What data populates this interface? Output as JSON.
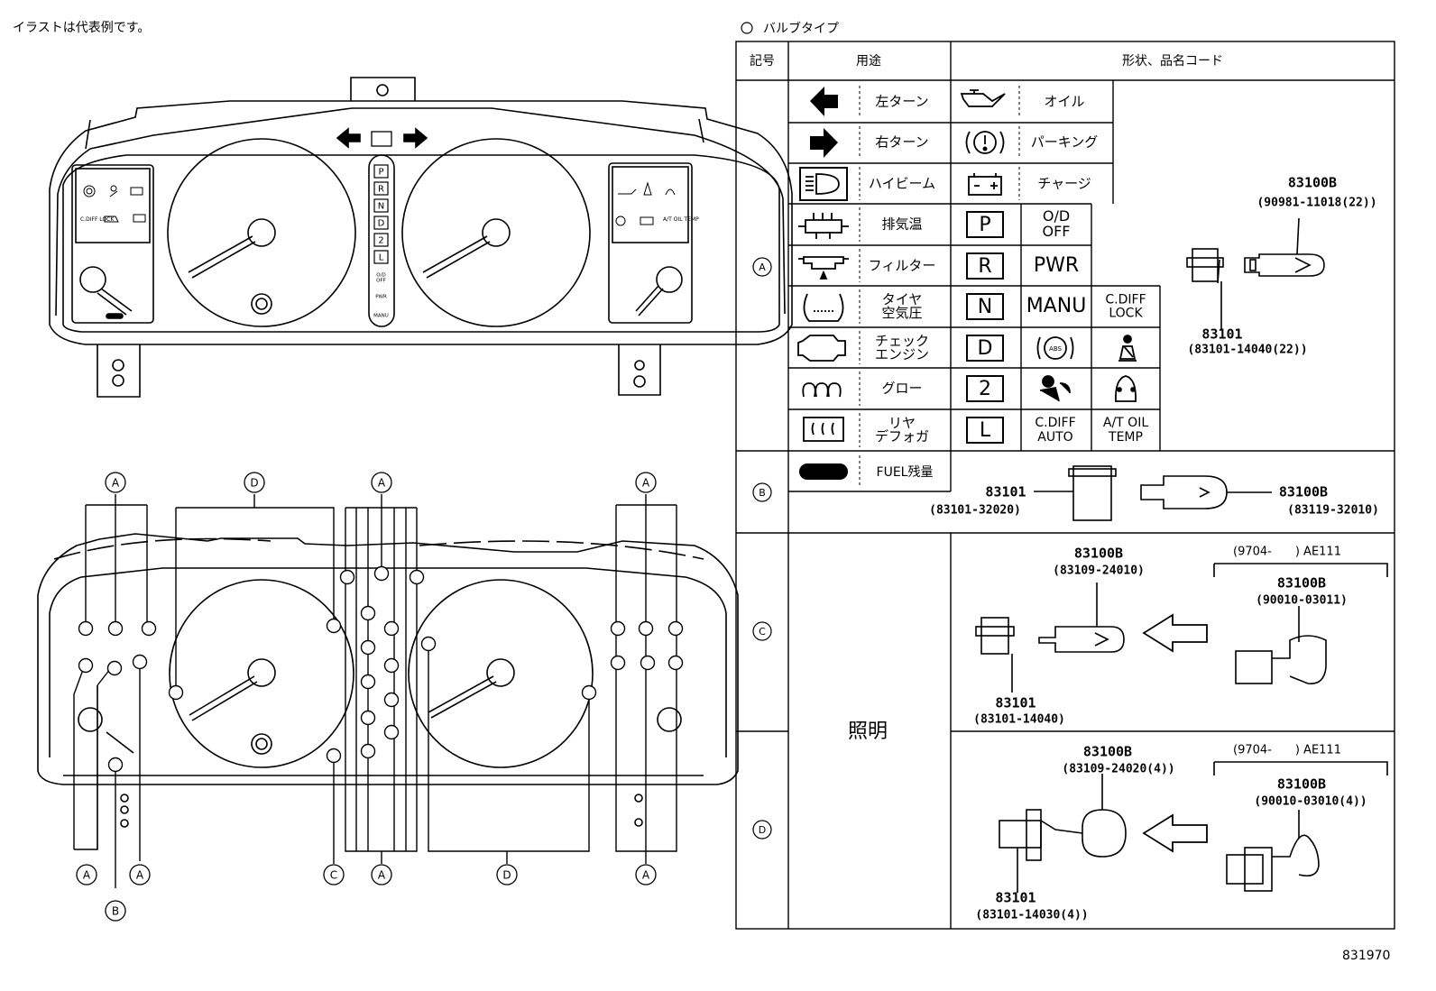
{
  "note": "イラストは代表例です。",
  "drawing_number": "831970",
  "legend": {
    "title": "バルブタイプ",
    "headers": {
      "symbol": "記号",
      "usage": "用途",
      "shape": "形状、品名コード"
    },
    "sections": {
      "A": {
        "symbol": "A",
        "usages": [
          "左ターン",
          "右ターン",
          "ハイビーム",
          "排気温",
          "フィルター",
          "タイヤ\n空気圧",
          "チェック\nエンジン",
          "グロー",
          "リヤ\nデフォガ"
        ],
        "usages2": [
          "オイル",
          "パーキング",
          "チャージ"
        ],
        "tiles": [
          "P",
          "R",
          "N",
          "D",
          "2",
          "L"
        ],
        "col2_labels": [
          "O/D\nOFF",
          "PWR",
          "MANU"
        ],
        "col3_labels": [
          "C.DIFF\nLOCK"
        ],
        "bottom_labels": [
          "C.DIFF\nAUTO",
          "A/T OIL\nTEMP"
        ],
        "bulb": {
          "code": "83100B",
          "part": "(90981-11018(22))"
        },
        "socket": {
          "code": "83101",
          "part": "(83101-14040(22))"
        }
      },
      "B": {
        "symbol": "B",
        "usage": "FUEL残量",
        "socket": {
          "code": "83101",
          "part": "(83101-32020)"
        },
        "bulb": {
          "code": "83100B",
          "part": "(83119-32010)"
        }
      },
      "C": {
        "symbol": "C",
        "bulb": {
          "code": "83100B",
          "part": "(83109-24010)"
        },
        "range": "(9704-　　) AE111",
        "alt_bulb": {
          "code": "83100B",
          "part": "(90010-03011)"
        },
        "socket": {
          "code": "83101",
          "part": "(83101-14040)"
        }
      },
      "D": {
        "symbol": "D",
        "bulb": {
          "code": "83100B",
          "part": "(83109-24020(4))"
        },
        "range": "(9704-　　) AE111",
        "alt_bulb": {
          "code": "83100B",
          "part": "(90010-03010(4))"
        },
        "socket": {
          "code": "83101",
          "part": "(83101-14030(4))"
        }
      },
      "illumination": "照明"
    }
  },
  "cluster_top": {
    "warning_left": [
      "C.DIFF\nLOCK"
    ],
    "warning_right": [
      "A/T OIL\nTEMP"
    ],
    "gears": [
      "P",
      "R",
      "N",
      "D",
      "2",
      "L"
    ],
    "gear_extra": [
      "O/D\nOFF",
      "PWR",
      "MANU"
    ]
  },
  "callouts": {
    "top": [
      "A",
      "D",
      "A",
      "A"
    ],
    "bottom": [
      "A",
      "A",
      "C",
      "A",
      "D",
      "A"
    ],
    "b": "B"
  }
}
